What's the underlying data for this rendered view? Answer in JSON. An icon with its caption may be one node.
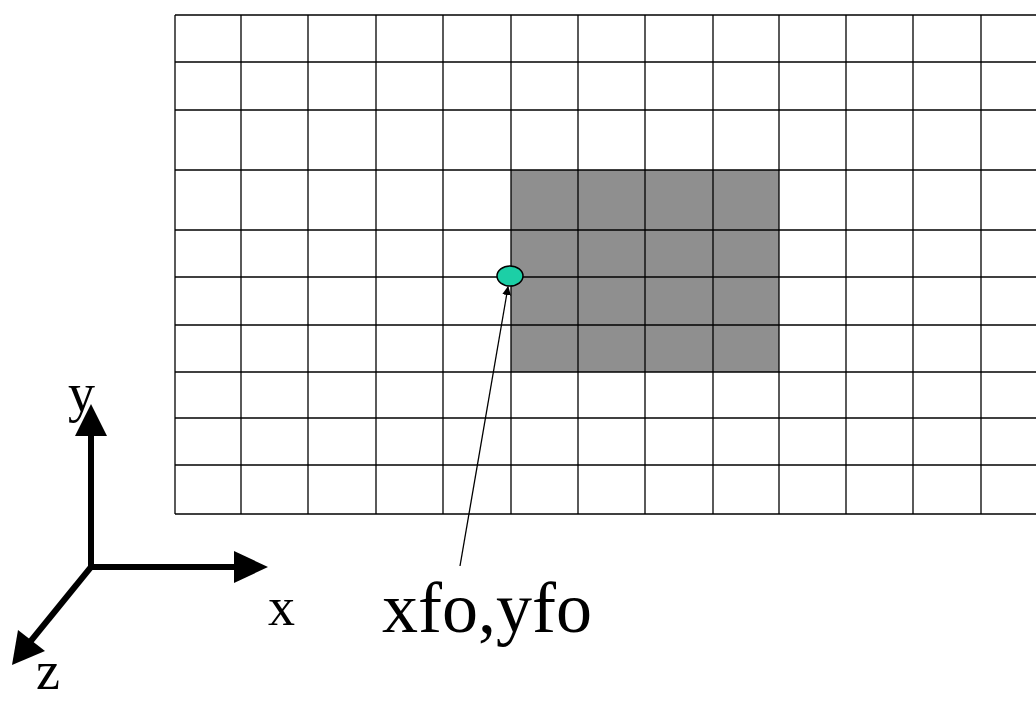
{
  "diagram": {
    "nodes": [
      {
        "text": [
          "xfo,yfo"
        ]
      },
      {
        "text": [],
        "shape": "circle"
      }
    ],
    "edges": [
      {
        "from": 0,
        "to": 1,
        "arrow": "to"
      }
    ],
    "labels": [
      "y",
      "x",
      "z"
    ]
  }
}
